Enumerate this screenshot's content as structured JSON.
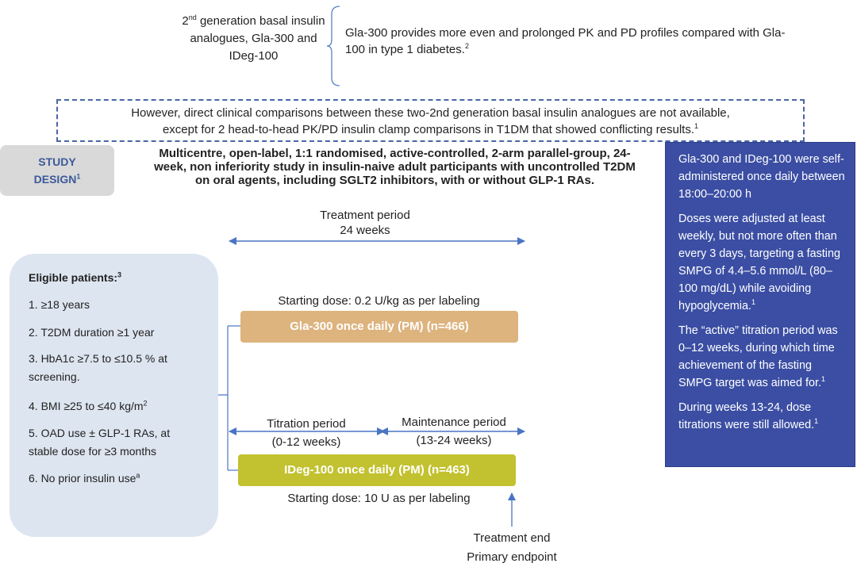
{
  "header": {
    "gen_label": {
      "pre": "2",
      "sup": "nd",
      "post": " generation basal insulin analogues, Gla-300 and IDeg-100"
    },
    "gen_text": {
      "text": "Gla-300 provides more even and prolonged PK and PD profiles compared with Gla-100 in type 1 diabetes.",
      "ref": "2"
    }
  },
  "note": {
    "line1": "However, direct clinical comparisons between these two-2nd generation basal insulin analogues are not available,",
    "line2": "except for 2 head-to-head PK/PD insulin clamp comparisons in T1DM that showed conflicting results.",
    "ref": "1"
  },
  "study": {
    "badge_line1": "STUDY",
    "badge_line2": "DESIGN",
    "badge_ref": "1",
    "description": "Multicentre, open-label, 1:1 randomised, active-controlled, 2-arm parallel-group, 24-week, non inferiority study in insulin-naive adult participants with uncontrolled T2DM on oral agents, including SGLT2 inhibitors, with or without GLP-1 RAs."
  },
  "treatment": {
    "line1": "Treatment period",
    "line2": "24 weeks"
  },
  "eligibility": {
    "title": "Eligible patients:",
    "title_ref": "3",
    "criteria": {
      "c1": "1. ≥18 years",
      "c2": "2. T2DM duration ≥1 year",
      "c3": "3. HbA1c ≥7.5 to ≤10.5 % at screening.",
      "c4": "4. BMI ≥25 to ≤40 kg/m",
      "c4_sup": "2",
      "c5": "5. OAD use ± GLP-1 RAs, at stable dose for ≥3 months",
      "c6": "6. No prior insulin use",
      "c6_sup": "a"
    }
  },
  "arms": {
    "gla_start": "Starting dose: 0.2 U/kg as per labeling",
    "gla_label": "Gla-300 once daily (PM) (n=466)",
    "ideg_label": "IDeg-100 once daily (PM) (n=463)",
    "ideg_start": "Starting dose: 10 U as per labeling"
  },
  "periods": {
    "titration": "Titration period",
    "titration_weeks": "(0-12 weeks)",
    "maintenance": "Maintenance period",
    "maintenance_weeks": "(13-24 weeks)"
  },
  "endpoint": {
    "line1": "Treatment end",
    "line2": "Primary endpoint"
  },
  "sidebar": {
    "p1": "Gla-300 and IDeg-100 were self-administered once daily between 18:00–20:00 h",
    "p2": "Doses were adjusted at least weekly, but not more often than every 3 days, targeting a fasting SMPG of 4.4–5.6 mmol/L (80–100 mg/dL) while avoiding hypoglycemia.",
    "p2_ref": "1",
    "p3": "The “active” titration period was 0–12 weeks, during which time achievement of the fasting SMPG target was aimed for.",
    "p3_ref": "1",
    "p4": "During weeks 13-24, dose titrations were  still allowed.",
    "p4_ref": "1"
  },
  "colors": {
    "accent_blue": "#3b4ea3",
    "arrow_blue": "#4a74c4",
    "gla_bar": "#ddb37e",
    "ideg_bar": "#c2c12f",
    "eligible_bg": "#dde5f0"
  }
}
